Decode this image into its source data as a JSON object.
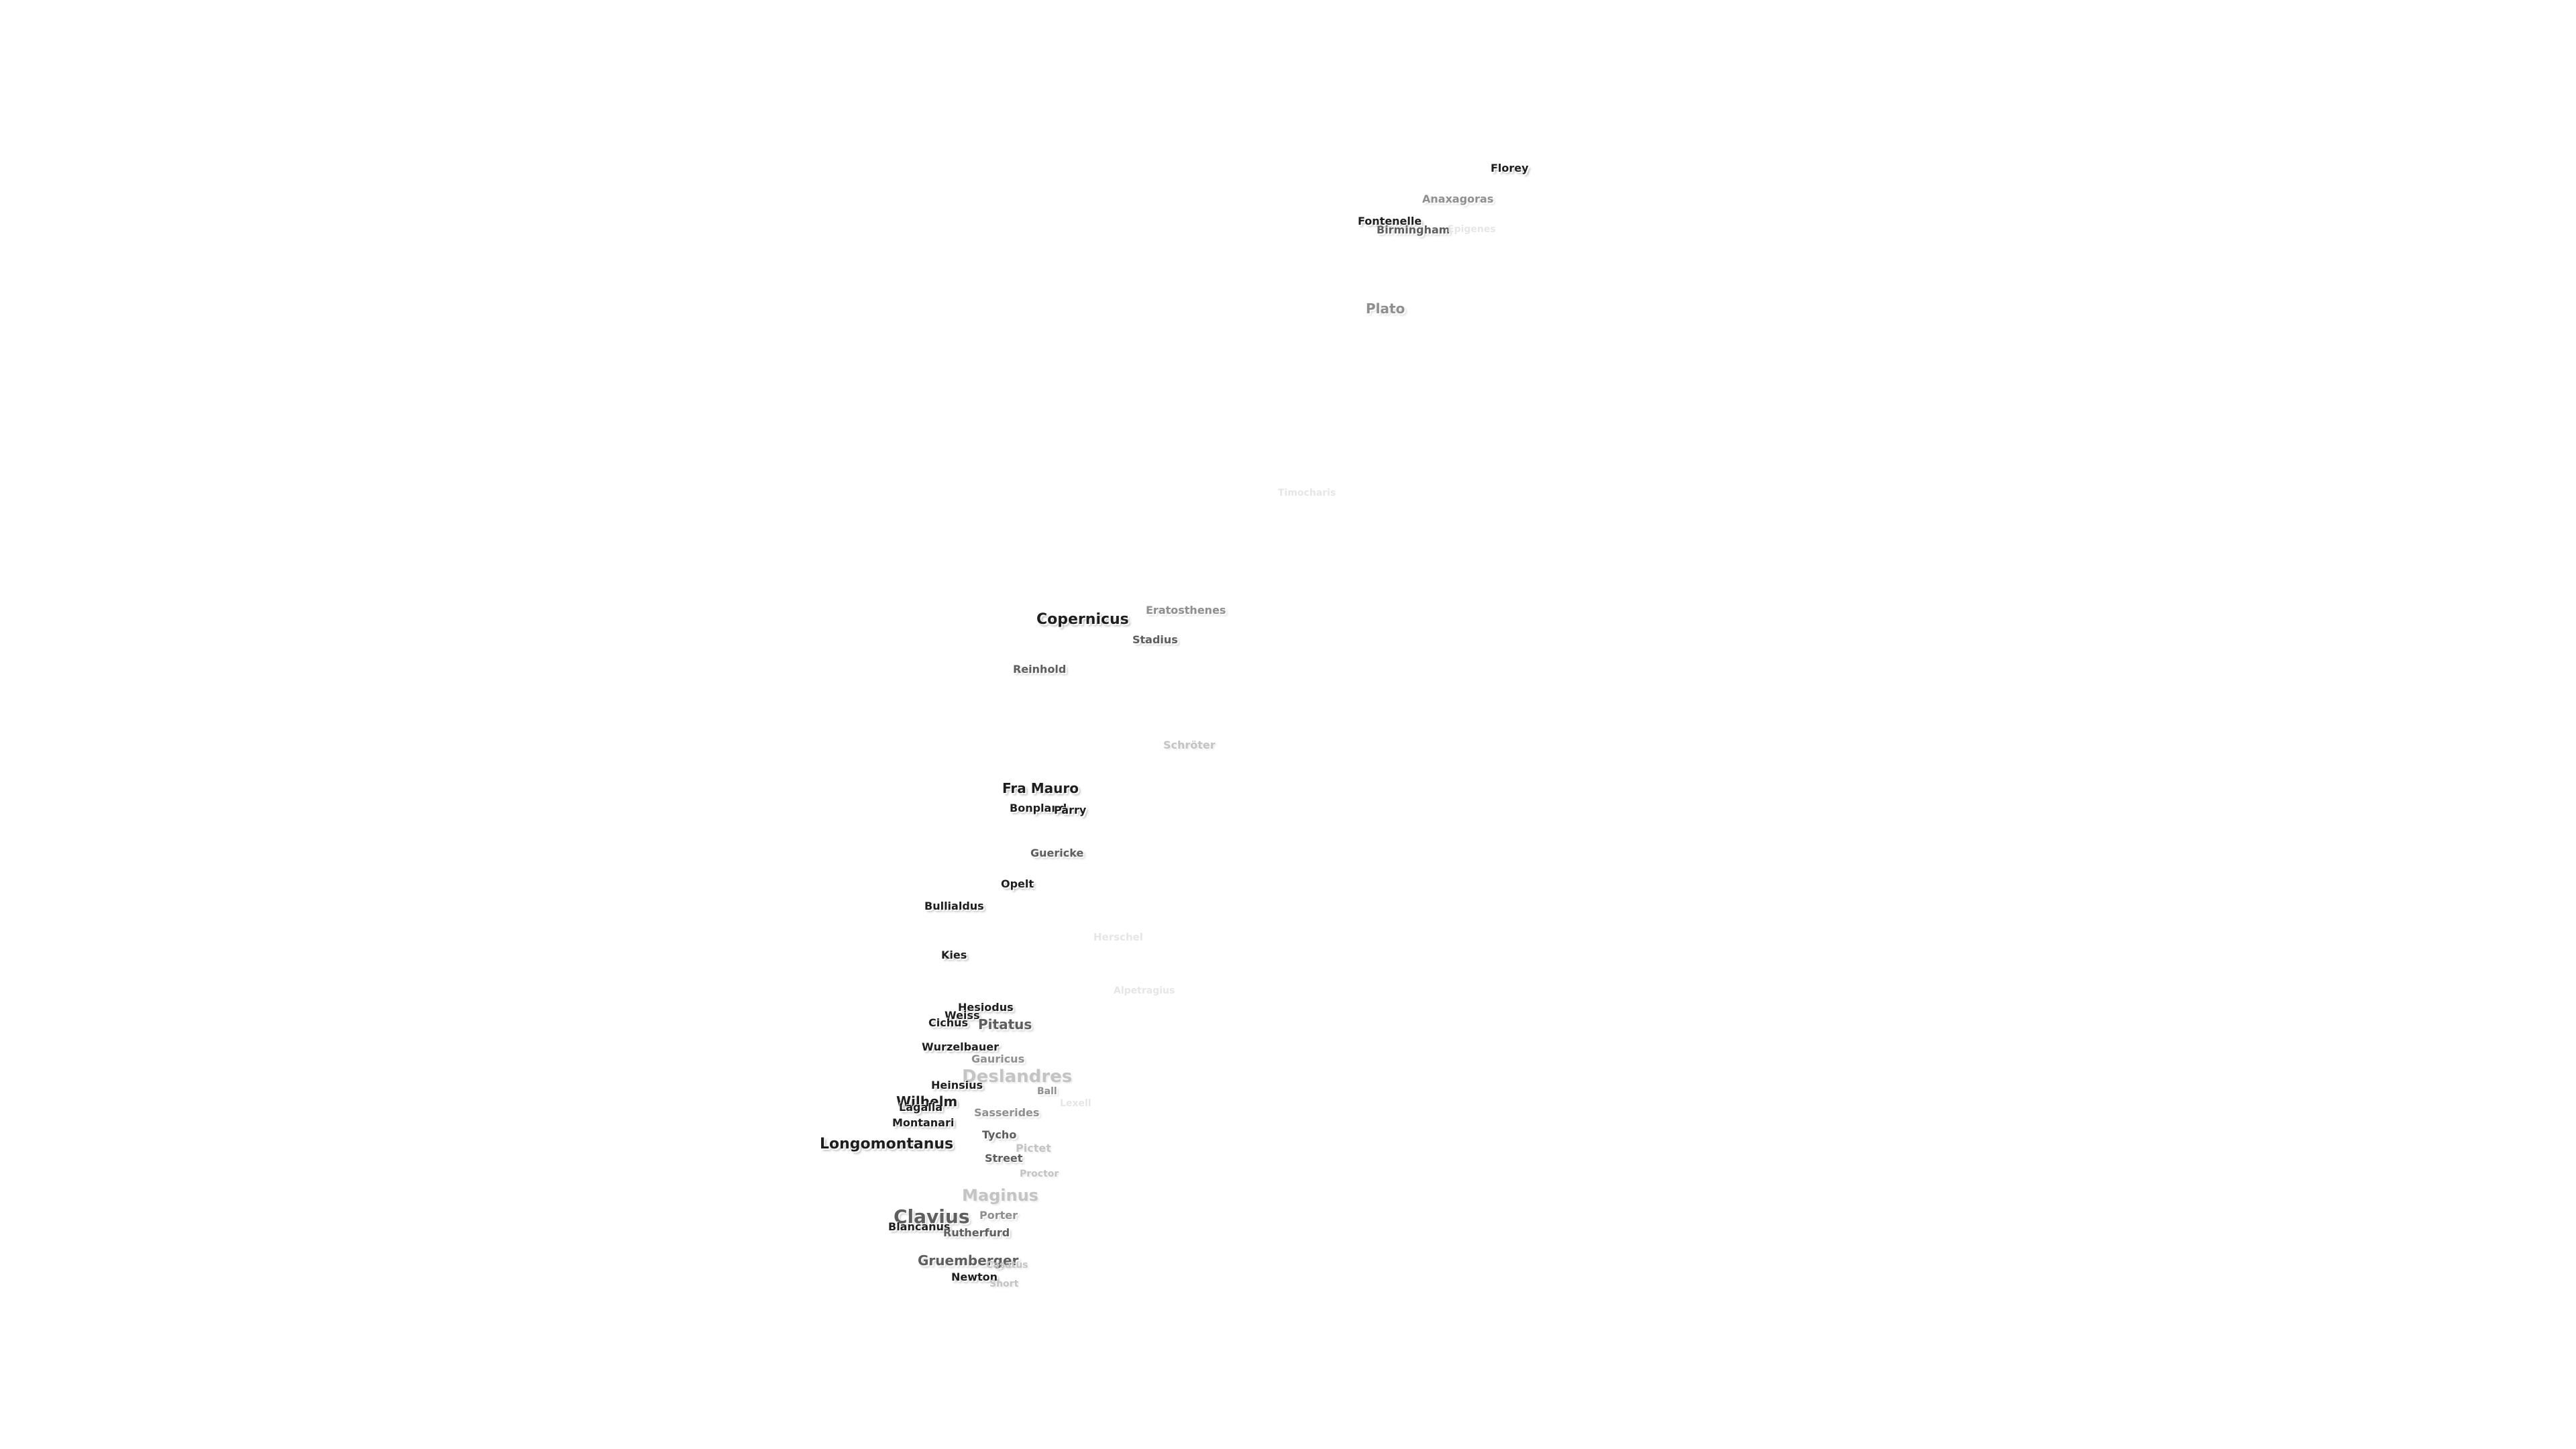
{
  "map": {
    "labels": [
      {
        "name": "Florey",
        "tone": "dark"
      },
      {
        "name": "Anaxagoras",
        "tone": "light"
      },
      {
        "name": "Fontenelle",
        "tone": "dark"
      },
      {
        "name": "Birmingham",
        "tone": "mid"
      },
      {
        "name": "Epigenes",
        "tone": "ghost"
      },
      {
        "name": "Plato",
        "tone": "light"
      },
      {
        "name": "Timocharis",
        "tone": "ghost"
      },
      {
        "name": "Copernicus",
        "tone": "dark"
      },
      {
        "name": "Eratosthenes",
        "tone": "light"
      },
      {
        "name": "Stadius",
        "tone": "mid"
      },
      {
        "name": "Reinhold",
        "tone": "mid"
      },
      {
        "name": "Schröter",
        "tone": "faint"
      },
      {
        "name": "Fra Mauro",
        "tone": "dark"
      },
      {
        "name": "Bonpland",
        "tone": "dark"
      },
      {
        "name": "Parry",
        "tone": "dark"
      },
      {
        "name": "Guericke",
        "tone": "mid"
      },
      {
        "name": "Opelt",
        "tone": "dark"
      },
      {
        "name": "Bullialdus",
        "tone": "dark"
      },
      {
        "name": "Herschel",
        "tone": "ghost"
      },
      {
        "name": "Kies",
        "tone": "dark"
      },
      {
        "name": "Alpetragius",
        "tone": "ghost"
      },
      {
        "name": "Hesiodus",
        "tone": "dark"
      },
      {
        "name": "Weiss",
        "tone": "dark"
      },
      {
        "name": "Cichus",
        "tone": "dark"
      },
      {
        "name": "Pitatus",
        "tone": "mid"
      },
      {
        "name": "Wurzelbauer",
        "tone": "dark"
      },
      {
        "name": "Gauricus",
        "tone": "light"
      },
      {
        "name": "Deslandres",
        "tone": "faint"
      },
      {
        "name": "Heinsius",
        "tone": "dark"
      },
      {
        "name": "Ball",
        "tone": "light"
      },
      {
        "name": "Wilhelm",
        "tone": "dark"
      },
      {
        "name": "Lagalla",
        "tone": "dark"
      },
      {
        "name": "Lexell",
        "tone": "ghost"
      },
      {
        "name": "Sasserides",
        "tone": "light"
      },
      {
        "name": "Montanari",
        "tone": "dark"
      },
      {
        "name": "Tycho",
        "tone": "mid"
      },
      {
        "name": "Longomontanus",
        "tone": "dark"
      },
      {
        "name": "Pictet",
        "tone": "faint"
      },
      {
        "name": "Street",
        "tone": "mid"
      },
      {
        "name": "Proctor",
        "tone": "faint"
      },
      {
        "name": "Maginus",
        "tone": "faint"
      },
      {
        "name": "Porter",
        "tone": "light"
      },
      {
        "name": "Clavius",
        "tone": "mid"
      },
      {
        "name": "Blancanus",
        "tone": "dark"
      },
      {
        "name": "Rutherfurd",
        "tone": "mid"
      },
      {
        "name": "Gruemberger",
        "tone": "mid"
      },
      {
        "name": "Casatus",
        "tone": "faint"
      },
      {
        "name": "Newton",
        "tone": "dark"
      },
      {
        "name": "Short",
        "tone": "faint"
      }
    ]
  }
}
